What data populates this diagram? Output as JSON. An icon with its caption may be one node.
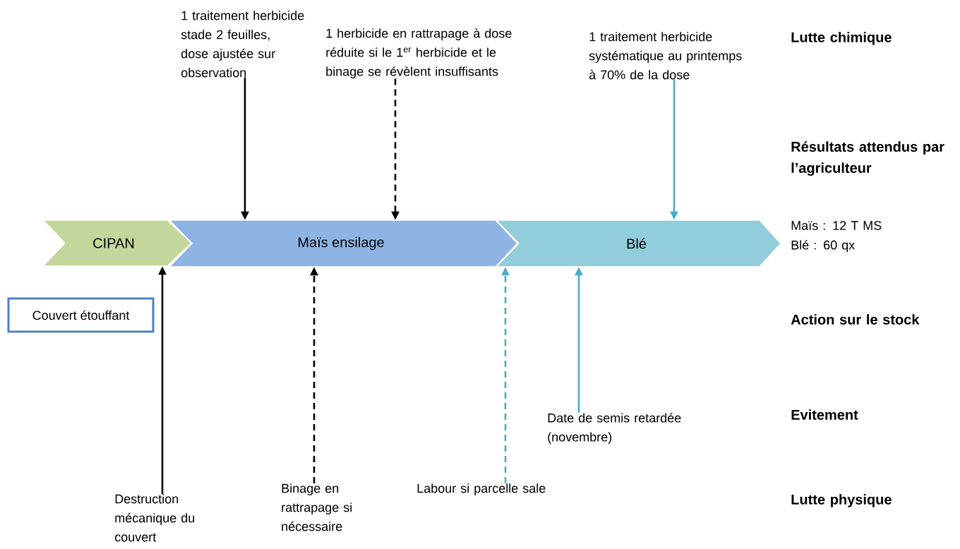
{
  "diagram": {
    "nodes": [
      {
        "text": [
          "CIPAN"
        ]
      },
      {
        "text": [
          "Maïs ensilage"
        ]
      },
      {
        "text": [
          "Blé"
        ]
      },
      {
        "text": [
          "1 traitement herbicide  stade 2 feuilles, dose ajustée sur observation"
        ]
      },
      {
        "text": [
          "1 herbicide en rattrapage à dose réduite si le 1$^{er}$ herbicide et le binage se révèlent insuffisants"
        ]
      },
      {
        "text": [
          "1 traitement herbicide systématique au printemps à 70% de la dose"
        ]
      },
      {
        "text": [
          "Couvert étouffant"
        ]
      },
      {
        "text": [
          "Destruction mécanique du couvert"
        ]
      },
      {
        "text": [
          "Binage en rattrapage si nécessaire"
        ]
      },
      {
        "text": [
          "Labour si parcelle sale"
        ]
      },
      {
        "text": [
          "Date de semis retardée (novembre)"
        ]
      }
    ],
    "edges": [
      {
        "from": 3,
        "to": 1,
        "arrow": "to"
      },
      {
        "from": 4,
        "to": 1,
        "arrow": "to",
        "style": "dashed"
      },
      {
        "from": 5,
        "to": 2,
        "arrow": "to",
        "color": "#4bacc6"
      },
      {
        "from": 7,
        "to": 0,
        "arrow": "to"
      },
      {
        "from": 8,
        "to": 1,
        "arrow": "to",
        "style": "dashed"
      },
      {
        "from": 9,
        "to": 2,
        "arrow": "to",
        "style": "dashed",
        "color": "#4bacc6"
      },
      {
        "from": 10,
        "to": 2,
        "arrow": "to",
        "color": "#4bacc6"
      }
    ],
    "labels": [
      "Lutte chimique",
      "Résultats attendus par l’agriculteur",
      "Maïs : 12 T MS",
      "Blé : 60 qx",
      "Action sur le stock",
      "Evitement",
      "Lutte physique"
    ]
  }
}
